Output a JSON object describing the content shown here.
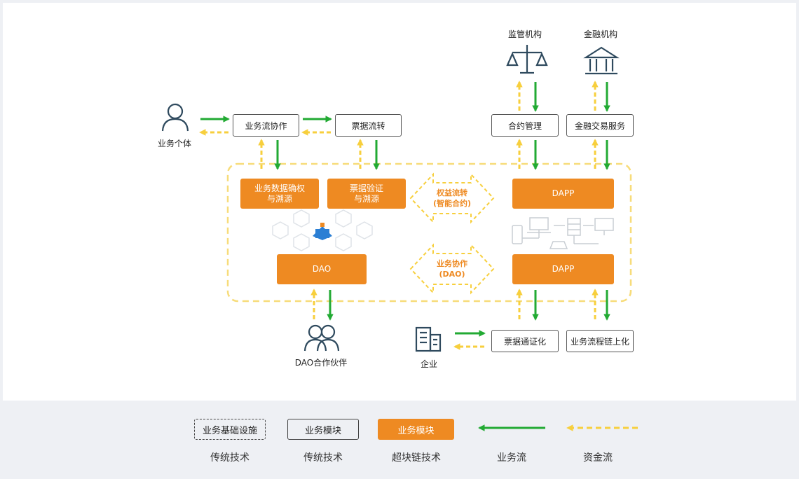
{
  "actors": {
    "regulator": "监管机构",
    "bank": "金融机构",
    "individual": "业务个体",
    "dao_partner": "DAO合作伙伴",
    "enterprise": "企业"
  },
  "traditional_modules": {
    "collab": "业务流协作",
    "bill_flow": "票据流转",
    "contract": "合约管理",
    "finance_trade": "金融交易服务",
    "bill_token": "票据通证化",
    "process_chain": "业务流程链上化"
  },
  "blockchain_modules": {
    "data_rights": "业务数据确权\n与溯源",
    "bill_verify": "票据验证\n与溯源",
    "dao": "DAO",
    "dapp_top": "DAPP",
    "dapp_bottom": "DAPP"
  },
  "center": {
    "rights_transfer": "权益流转\n(智能合约)",
    "business_collab": "业务协作\n(DAO)"
  },
  "legend": {
    "infra_box": "业务基础设施",
    "module_box": "业务模块",
    "chain_box": "业务模块",
    "infra_caption": "传统技术",
    "module_caption": "传统技术",
    "chain_caption": "超块链技术",
    "business_flow": "业务流",
    "capital_flow": "资金流"
  },
  "colors": {
    "orange": "#ee8a22",
    "green": "#22aa33",
    "yellow": "#f7cf3d",
    "icon": "#2f4a5e"
  }
}
